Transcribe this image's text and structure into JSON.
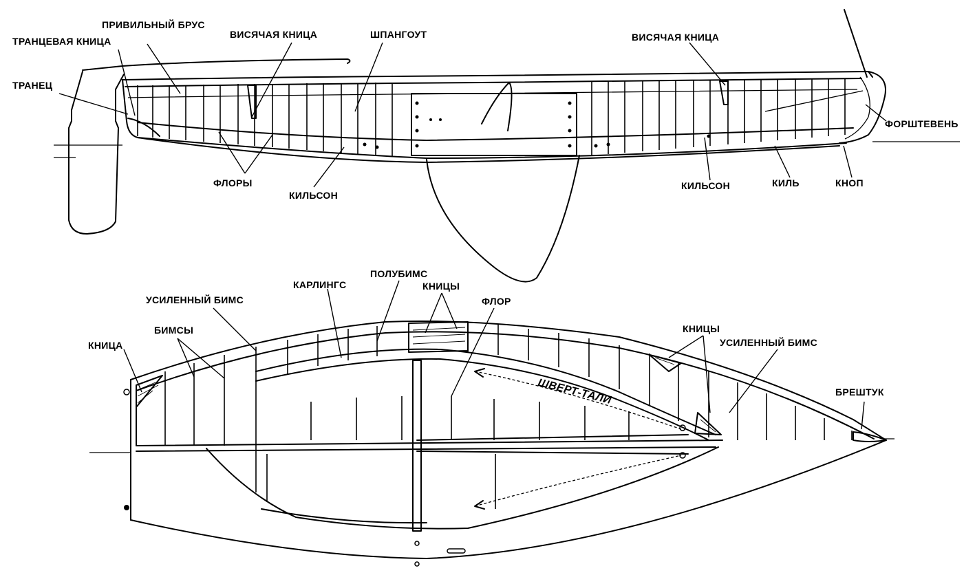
{
  "labels": {
    "privilny_brus": "ПРИВИЛЬНЫЙ БРУС",
    "trantsevaya_knitsa": "ТРАНЦЕВАЯ КНИЦА",
    "visyachaya_knitsa_aft": "ВИСЯЧАЯ КНИЦА",
    "shpangout": "ШПАНГОУТ",
    "visyachaya_knitsa_fwd": "ВИСЯЧАЯ КНИЦА",
    "tranets": "ТРАНЕЦ",
    "forshteven": "ФОРШТЕВЕНЬ",
    "flory": "ФЛОРЫ",
    "kilson_aft": "КИЛЬСОН",
    "kilson_fwd": "КИЛЬСОН",
    "kil": "КИЛЬ",
    "knop": "КНОП",
    "polubims": "ПОЛУБИМС",
    "karlings": "КАРЛИНГС",
    "knitsy_top": "КНИЦЫ",
    "usilenny_bims_aft": "УСИЛЕННЫЙ БИМС",
    "flor": "ФЛОР",
    "bimsy": "БИМСЫ",
    "knitsa": "КНИЦА",
    "knitsy_fwd": "КНИЦЫ",
    "usilenny_bims_fwd": "УСИЛЕННЫЙ БИМС",
    "shvert_tali": "ШВЕРТ-ТАЛИ",
    "breshtuk": "БРЕШТУК"
  }
}
